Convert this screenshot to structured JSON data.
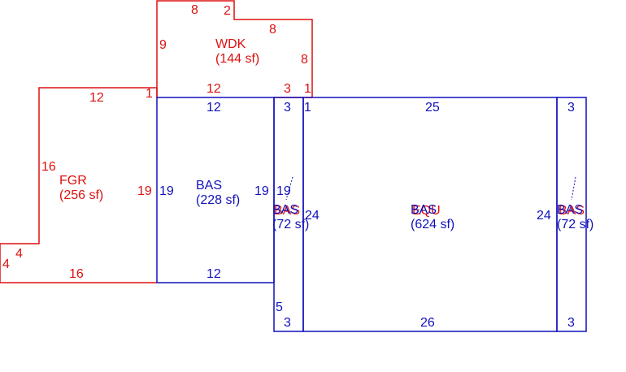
{
  "colors": {
    "red": "#dd1111",
    "blue": "#1111bb",
    "background": "#ffffff"
  },
  "areas": {
    "wdk": {
      "name": "WDK",
      "size": "(144 sf)"
    },
    "fgr": {
      "name": "FGR",
      "size": "(256 sf)"
    },
    "bas_left": {
      "name": "BAS",
      "size": "(228 sf)"
    },
    "strip_left": {
      "name": "BAS",
      "overlap": "BAS",
      "size": "(72 sf)"
    },
    "bas_main": {
      "name": "BAS",
      "overlap": "EQU",
      "size": "(624 sf)"
    },
    "strip_right": {
      "name": "BAS",
      "overlap": "BAS",
      "size": "(72 sf)"
    }
  },
  "dimensions": {
    "wdk_top_left": "8",
    "wdk_top_step": "2",
    "wdk_step_top": "8",
    "wdk_left": "9",
    "wdk_right": "8",
    "wdk_bottom": "12",
    "wdk_bottom_mid": "3",
    "wdk_bottom_right": "1",
    "fgr_top": "12",
    "fgr_step": "1",
    "fgr_left": "16",
    "fgr_right": "19",
    "fgr_notch_left": "4",
    "fgr_notch_inner": "4",
    "fgr_bottom": "16",
    "bas_top": "12",
    "bas_bottom": "12",
    "bas_left": "19",
    "bas_right": "19",
    "strip_l_top": "3",
    "strip_l_side": "19",
    "strip_l_side2": "24",
    "strip_l_bottom": "3",
    "strip_l_low": "5",
    "main_top_left": "1",
    "main_top": "25",
    "main_bottom": "26",
    "main_right": "24",
    "strip_r_top": "3",
    "strip_r_bottom": "3"
  }
}
